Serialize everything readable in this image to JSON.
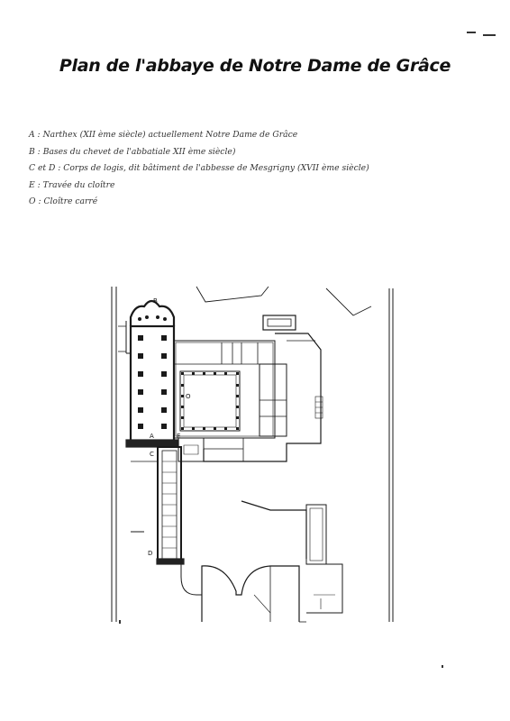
{
  "document": {
    "title": "Plan de l'abbaye de Notre Dame de Grâce",
    "legend": [
      "A : Narthex (XII ème siècle) actuellement Notre Dame de Grâce",
      "B : Bases du chevet de l'abbatiale XII ème siècle)",
      "C et D : Corps de logis, dit bâtiment de l'abbesse de Mesgrigny (XVII ème siècle)",
      "E : Travée du cloître",
      "O : Cloître carré"
    ]
  },
  "plan": {
    "labels": {
      "a": "A",
      "b": "B",
      "c": "C",
      "d": "D",
      "e": "E",
      "o": "O"
    }
  }
}
